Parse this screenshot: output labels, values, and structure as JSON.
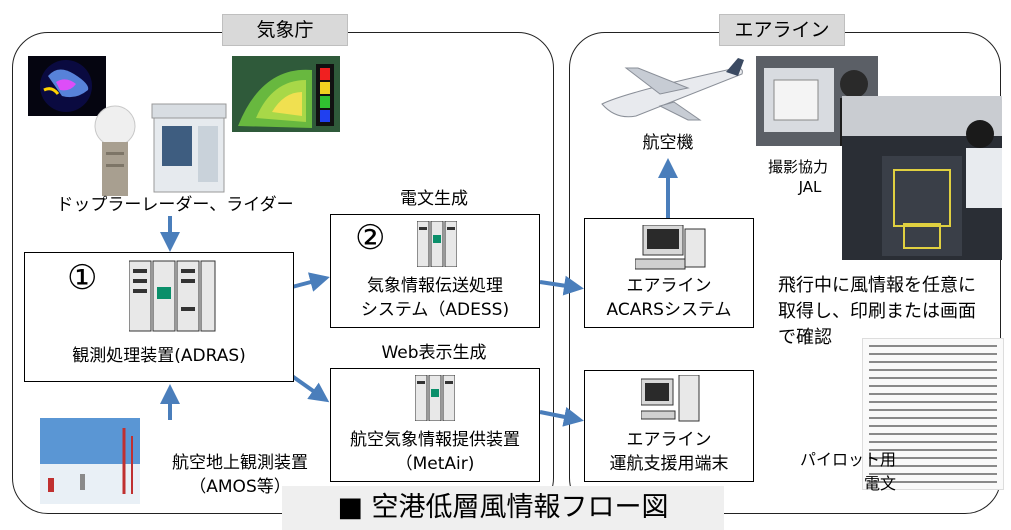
{
  "regions": {
    "jma": {
      "label": "気象庁"
    },
    "airline": {
      "label": "エアライン"
    }
  },
  "sources": {
    "doppler_label": "ドップラーレーダー、ライダー",
    "amos_label_line1": "航空地上観測装置",
    "amos_label_line2": "（AMOS等）"
  },
  "adras": {
    "number": "①",
    "label": "観測処理装置(ADRAS)"
  },
  "adess": {
    "header": "電文生成",
    "number": "②",
    "label_line1": "気象情報伝送処理",
    "label_line2": "システム（ADESS)"
  },
  "metair": {
    "header": "Web表示生成",
    "label_line1": "航空気象情報提供装置",
    "label_line2": "（MetAir)"
  },
  "acars": {
    "label_line1": "エアライン",
    "label_line2": "ACARSシステム"
  },
  "terminal": {
    "label_line1": "エアライン",
    "label_line2": "運航支援用端末"
  },
  "aircraft": {
    "label": "航空機"
  },
  "photo_credit": {
    "line1": "撮影協力",
    "line2": "JAL"
  },
  "note": {
    "line1": "飛行中に風情報を任意に",
    "line2": "取得し、印刷または画面",
    "line3": "で確認"
  },
  "pilot_doc": {
    "line1": "パイロット用",
    "line2": "電文"
  },
  "flow_title": "■ 空港低層風情報フロー図",
  "colors": {
    "arrow": "#4a7ebb",
    "tab": "#d9d9d9",
    "border": "#222222"
  },
  "icons": [
    "radar-image",
    "lidar-dome",
    "server-rack-icon",
    "computer-terminal-icon",
    "airplane-icon",
    "cockpit-photo",
    "printout-document"
  ]
}
